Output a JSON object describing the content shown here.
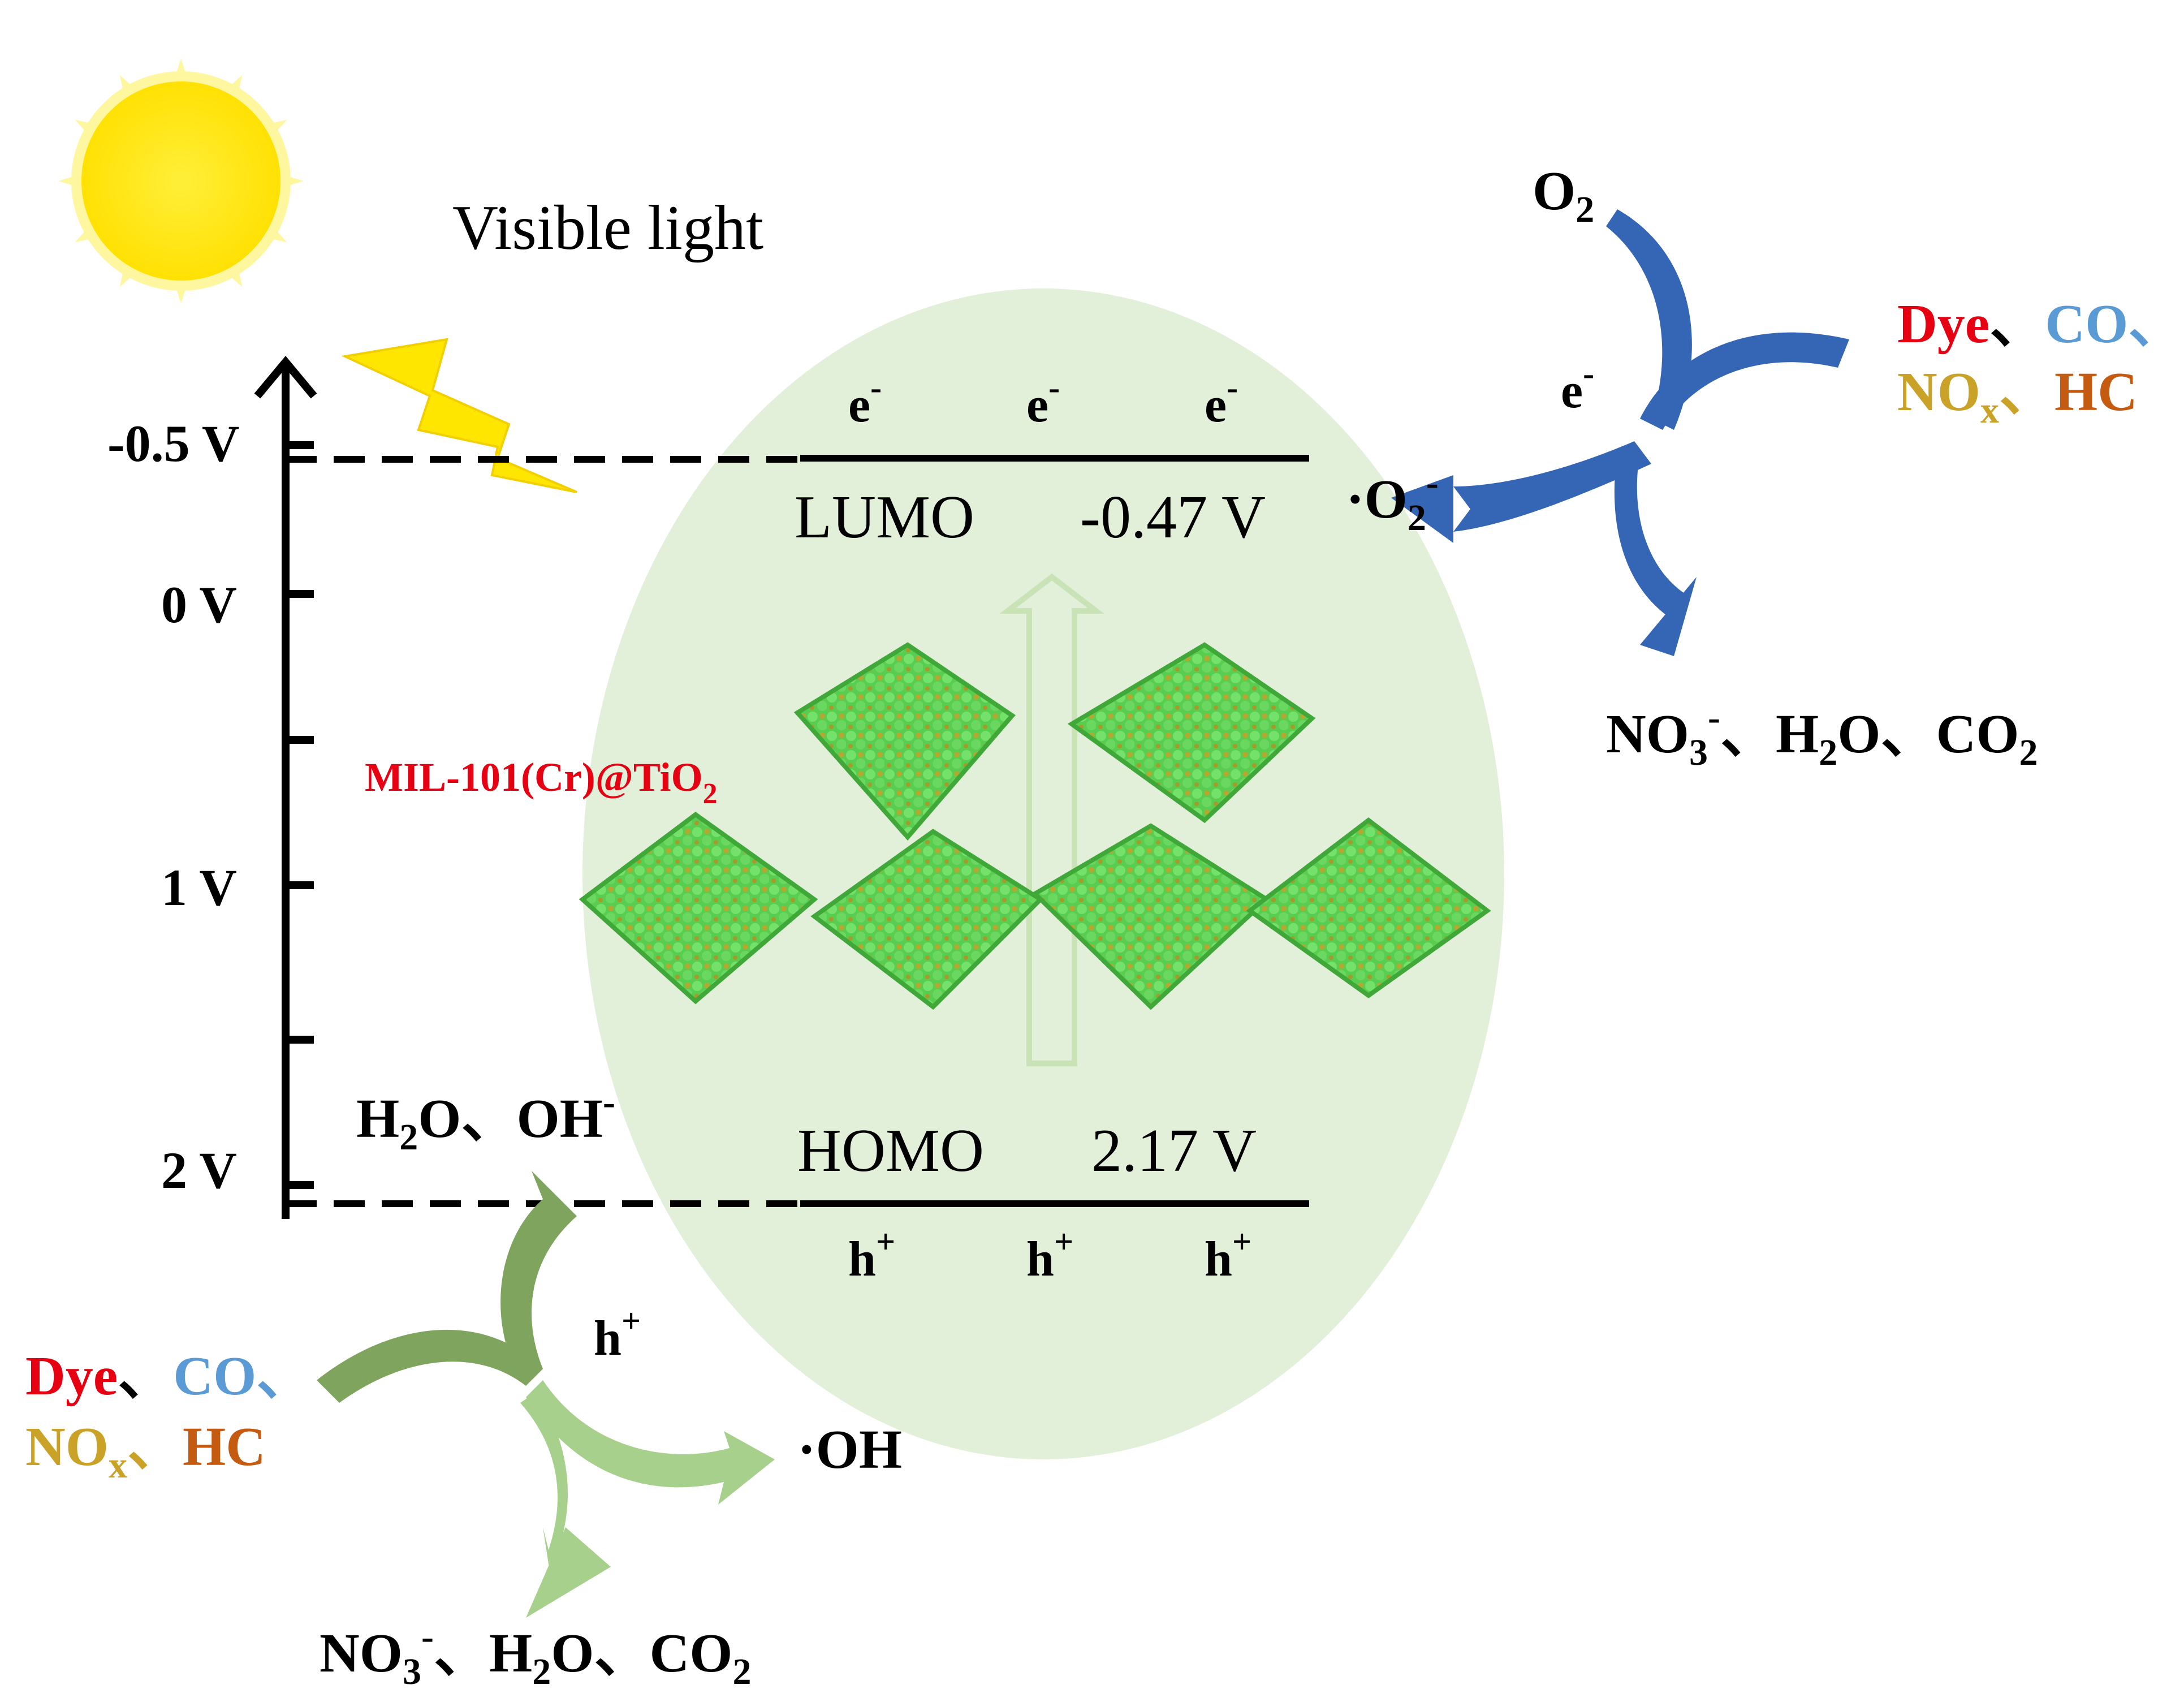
{
  "title": "Visible light",
  "material_label": "MIL-101(Cr)@TiO",
  "material_label_sub": "2",
  "axis": {
    "ticks": [
      {
        "label": "-0.5 V",
        "value": -0.5
      },
      {
        "label": "0 V",
        "value": 0
      },
      {
        "label": "1 V",
        "value": 1
      },
      {
        "label": "2 V",
        "value": 2
      }
    ]
  },
  "lumo": {
    "name": "LUMO",
    "potential": "-0.47 V",
    "value": -0.47
  },
  "homo": {
    "name": "HOMO",
    "potential": "2.17 V",
    "value": 2.17
  },
  "electrons": {
    "base": "e",
    "sup": "-"
  },
  "holes": {
    "base": "h",
    "sup": "+"
  },
  "right_cycle": {
    "reactant": "O",
    "reactant_sub": "2",
    "carrier": "e",
    "carrier_sup": "-",
    "radical": "·O",
    "radical_sub": "2",
    "radical_sup": "-",
    "pollutants": {
      "dye": "Dye",
      "co": "CO",
      "nox": "NO",
      "nox_sub": "x",
      "hc": "HC",
      "sep": "、"
    },
    "products": {
      "p1": "NO",
      "p1_sub": "3",
      "p1_sup": "-",
      "p2a": "H",
      "p2_sub": "2",
      "p2b": "O",
      "p3": "CO",
      "p3_sub": "2",
      "sep": "、"
    }
  },
  "left_cycle": {
    "reactant_a": "H",
    "reactant_a_sub": "2",
    "reactant_b": "O",
    "reactant_c": "OH",
    "reactant_c_sup": "-",
    "carrier": "h",
    "carrier_sup": "+",
    "radical": "·OH",
    "pollutants": {
      "dye": "Dye",
      "co": "CO",
      "nox": "NO",
      "nox_sub": "x",
      "hc": "HC",
      "sep": "、"
    },
    "products": {
      "p1": "NO",
      "p1_sub": "3",
      "p1_sup": "-",
      "p2a": "H",
      "p2_sub": "2",
      "p2b": "O",
      "p3": "CO",
      "p3_sub": "2",
      "sep": "、"
    }
  },
  "colors": {
    "dye": "#e60012",
    "co": "#5b9bd5",
    "nox": "#c9a227",
    "hc": "#c55a11",
    "right_arrow": "#3566b5",
    "left_arrow_dark": "#7fa45d",
    "left_arrow_light": "#a8d08d",
    "ellipse": "#e2efd9",
    "sun": "#ffe600",
    "octahedron": "#5fd35a"
  }
}
